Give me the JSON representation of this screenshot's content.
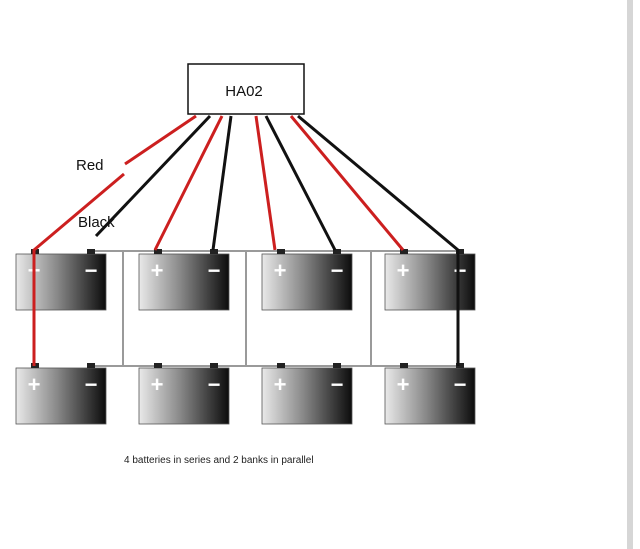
{
  "controller": {
    "label": "HA02"
  },
  "wire_labels": {
    "red": "Red",
    "black": "Black"
  },
  "terminals": {
    "positive": "+",
    "negative": "−"
  },
  "caption": "4 batteries in series and 2 banks in parallel",
  "colors": {
    "red_wire": "#cc1f1f",
    "black_wire": "#111111",
    "bus_wire": "#9a9a9a",
    "battery_light": "#f2f2f2",
    "battery_dark": "#101010"
  }
}
